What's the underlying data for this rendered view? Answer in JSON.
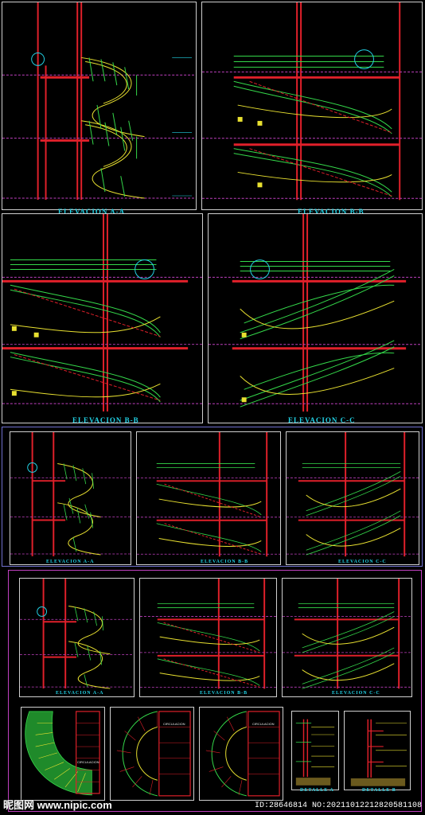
{
  "drawings": {
    "row1": [
      {
        "title": "ELEVACION A-A"
      },
      {
        "title": "ELEVACION B-B"
      }
    ],
    "row2": [
      {
        "title": "ELEVACION B-B"
      },
      {
        "title": "ELEVACION C-C"
      }
    ],
    "row3": [
      {
        "title": "ELEVACION A-A"
      },
      {
        "title": "ELEVACION B-B"
      },
      {
        "title": "ELEVACION C-C"
      }
    ],
    "row4": [
      {
        "title": "ELEVACION A-A"
      },
      {
        "title": "ELEVACION B-B"
      },
      {
        "title": "ELEVACION C-C"
      }
    ],
    "plans": [
      {
        "label": "CIRCULACION"
      },
      {
        "label": "CIRCULACION"
      },
      {
        "label": "CIRCULACION"
      }
    ],
    "details": [
      {
        "title": "DETALLE A"
      },
      {
        "title": "DETALLE B"
      }
    ]
  },
  "watermark": {
    "site": "昵图网 www.nipic.com",
    "id_text": "ID:28646814 NO:20211012212820581108"
  },
  "colors": {
    "background": "#000000",
    "frame": "#cfcfcf",
    "structure": "#e0202a",
    "stair_yellow": "#e8e030",
    "stair_green": "#34d84a",
    "dimension_cyan": "#22d3e6",
    "magenta_border": "#c040c0"
  }
}
